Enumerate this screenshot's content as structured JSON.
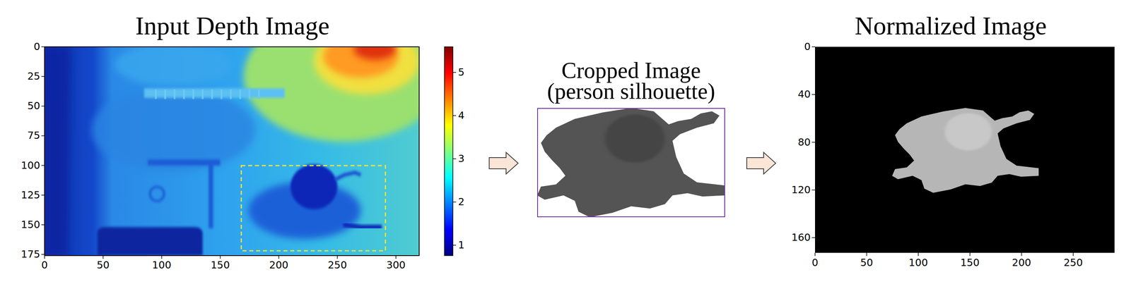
{
  "diagram": {
    "nodes": [
      {
        "text": [
          "Input Depth Image"
        ]
      },
      {
        "text": [
          "Cropped Image (person silhouette)"
        ]
      },
      {
        "text": [
          "Normalized Image"
        ]
      }
    ],
    "edges": [
      {
        "from": 0,
        "to": 1,
        "arrow": "to"
      },
      {
        "from": 1,
        "to": 2,
        "arrow": "to"
      }
    ],
    "labels": [
      "0",
      "25",
      "50",
      "75",
      "100",
      "125",
      "150",
      "175",
      "0",
      "50",
      "100",
      "150",
      "200",
      "250",
      "300",
      "1",
      "2",
      "3",
      "4",
      "5",
      "0",
      "40",
      "80",
      "120",
      "160",
      "0",
      "50",
      "100",
      "150",
      "200",
      "250"
    ]
  }
}
